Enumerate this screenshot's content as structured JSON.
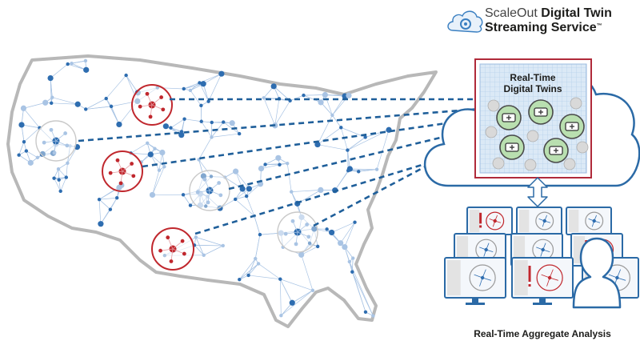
{
  "brand": {
    "name_part1": "ScaleOut",
    "name_part2": " Digital Twin",
    "name_line2": "Streaming Service",
    "trademark": "™",
    "logo_icon": "cloud-gear-icon"
  },
  "twin_box": {
    "title_line1": "Real-Time",
    "title_line2": "Digital Twins",
    "icons": [
      "monitor-icon",
      "doctor-icon",
      "medical-kit-icon",
      "patient-bed-icon",
      "ambulance-icon",
      "wheelchair-icon"
    ]
  },
  "caption": "Real-Time Aggregate Analysis",
  "colors": {
    "network_blue": "#2e6db0",
    "light_blue": "#a9c4e4",
    "alert_red": "#c0272d",
    "map_gray": "#b8b8b8",
    "cloud_blue": "#2b6aa6",
    "twin_green": "#b9dfb0",
    "box_border": "#b02a3a"
  }
}
